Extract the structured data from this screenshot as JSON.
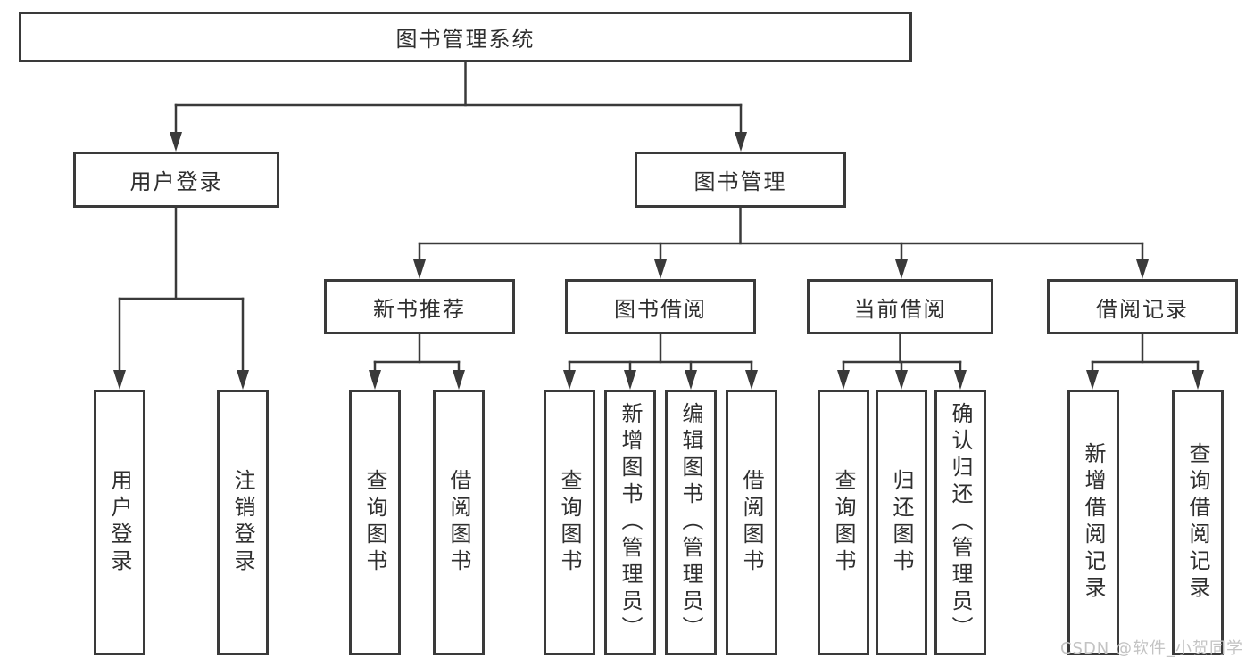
{
  "diagram_type": "hierarchy-tree",
  "colors": {
    "line": "#3a3a3a",
    "box_border": "#3a3a3a",
    "box_fill": "#ffffff",
    "text": "#2f2f2f",
    "watermark": "#c3c3c3",
    "background": "#ffffff"
  },
  "tree": {
    "root": {
      "label": "图书管理系统",
      "children": [
        {
          "label": "用户登录",
          "children": [
            {
              "label": "用户登录"
            },
            {
              "label": "注销登录"
            }
          ]
        },
        {
          "label": "图书管理",
          "children": [
            {
              "label": "新书推荐",
              "children": [
                {
                  "label": "查询图书"
                },
                {
                  "label": "借阅图书"
                }
              ]
            },
            {
              "label": "图书借阅",
              "children": [
                {
                  "label": "查询图书"
                },
                {
                  "label": "新增图书（管理员）"
                },
                {
                  "label": "编辑图书（管理员）"
                },
                {
                  "label": "借阅图书"
                }
              ]
            },
            {
              "label": "当前借阅",
              "children": [
                {
                  "label": "查询图书"
                },
                {
                  "label": "归还图书"
                },
                {
                  "label": "确认归还（管理员）"
                }
              ]
            },
            {
              "label": "借阅记录",
              "children": [
                {
                  "label": "新增借阅记录"
                },
                {
                  "label": "查询借阅记录"
                }
              ]
            }
          ]
        }
      ]
    }
  },
  "watermark": {
    "text": "CSDN @软件_小贺同学"
  }
}
